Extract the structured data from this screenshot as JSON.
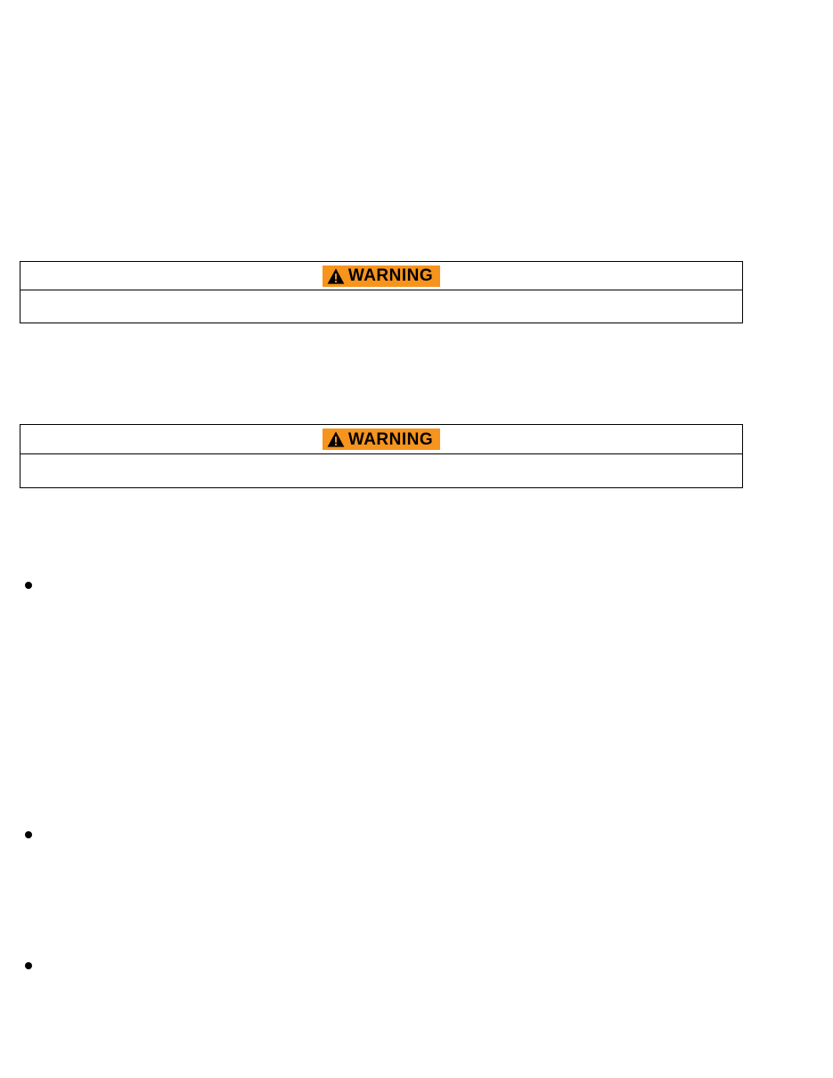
{
  "page": {
    "background": "#ffffff"
  },
  "colors": {
    "warning_badge_bg": "#F7941E",
    "warning_text": "#000000",
    "border": "#000000"
  },
  "warnings": [
    {
      "icon": "warning-triangle-icon",
      "label": "WARNING",
      "body": ""
    },
    {
      "icon": "warning-triangle-icon",
      "label": "WARNING",
      "body": ""
    }
  ],
  "bullets": [
    {
      "marker": "bullet-dot",
      "text": ""
    },
    {
      "marker": "bullet-dot",
      "text": ""
    },
    {
      "marker": "bullet-dot",
      "text": ""
    }
  ]
}
